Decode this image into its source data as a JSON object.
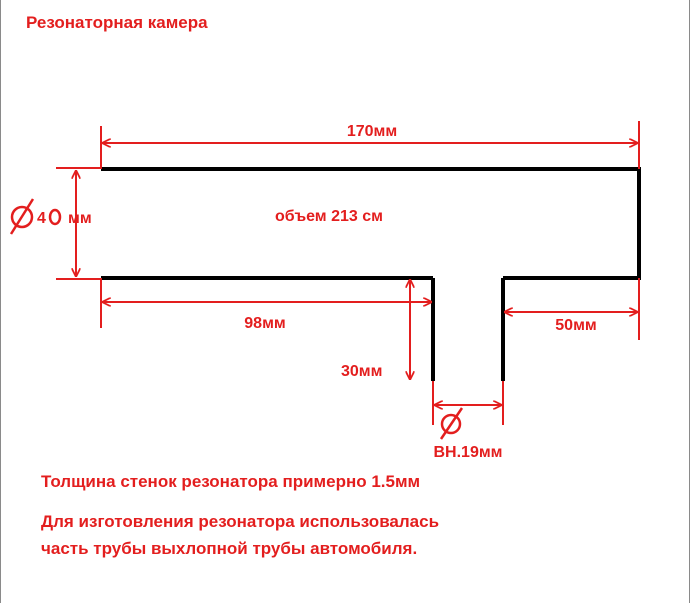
{
  "title": "Резонаторная камера",
  "colors": {
    "outline": "#000000",
    "dimension": "#e31e1e"
  },
  "dimensions": {
    "length": "170мм",
    "diameter_prefix": "4",
    "diameter_suffix": "мм",
    "volume": "объем 213 см",
    "offset_left": "98мм",
    "neck_length": "30мм",
    "offset_right": "50мм",
    "neck_diameter": "ВН.19мм"
  },
  "icons": {
    "diameter": "diameter-symbol-icon"
  },
  "notes": {
    "wall_thickness": "Толщина стенок резонатора примерно 1.5мм",
    "material_line1": "Для изготовления резонатора использовалась",
    "material_line2": "часть трубы выхлопной трубы автомобиля."
  }
}
